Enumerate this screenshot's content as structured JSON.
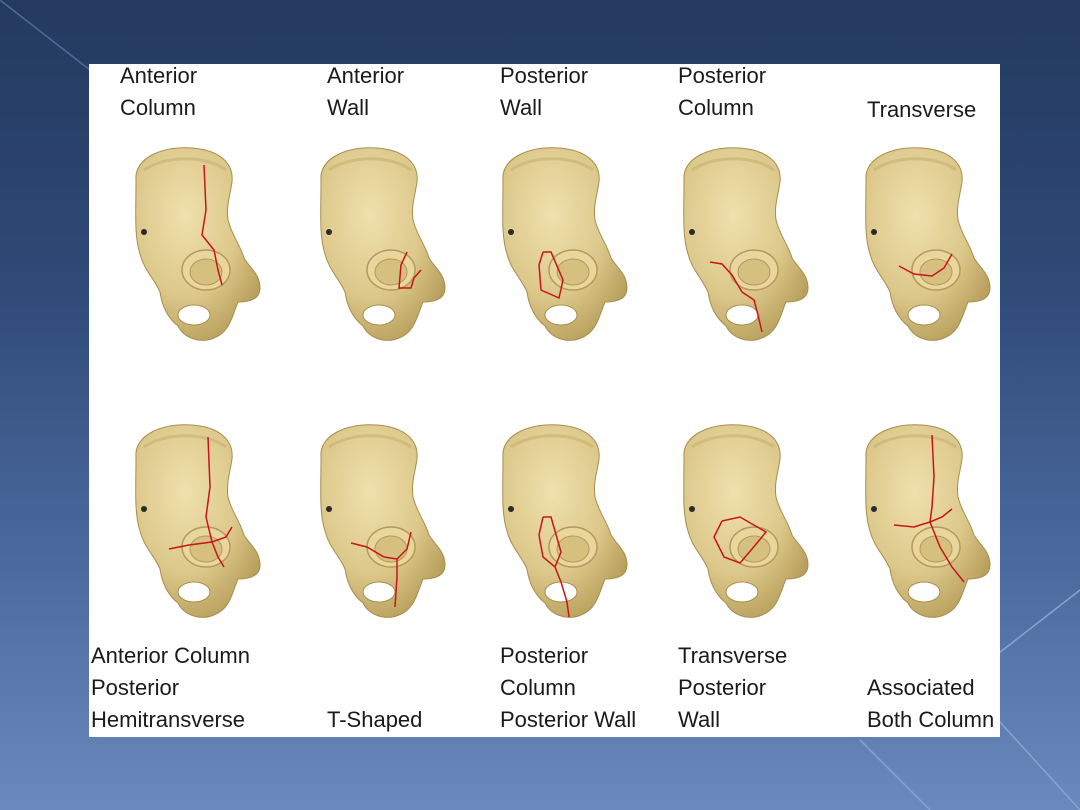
{
  "slide": {
    "top_row": [
      {
        "lines": [
          "Anterior",
          "Column"
        ]
      },
      {
        "lines": [
          "Anterior",
          "Wall"
        ]
      },
      {
        "lines": [
          "Posterior",
          "Wall"
        ]
      },
      {
        "lines": [
          "Posterior",
          "Column"
        ]
      },
      {
        "lines": [
          "Transverse"
        ]
      }
    ],
    "bottom_row": [
      {
        "lines": [
          "Anterior Column",
          "Posterior",
          "Hemitransverse"
        ]
      },
      {
        "lines": [
          "T-Shaped"
        ]
      },
      {
        "lines": [
          "Posterior",
          "Column",
          "Posterior Wall"
        ]
      },
      {
        "lines": [
          "Transverse",
          "Posterior",
          "Wall"
        ]
      },
      {
        "lines": [
          "Associated",
          "Both Column"
        ]
      }
    ]
  },
  "colors": {
    "bone_fill": "#e2cf95",
    "bone_shade": "#b89f5c",
    "fracture_line": "#c8141a",
    "background_top": "#243a5e",
    "background_bottom": "#6a89bd"
  },
  "icons": [
    "pelvis-bone-image",
    "fracture-line"
  ]
}
